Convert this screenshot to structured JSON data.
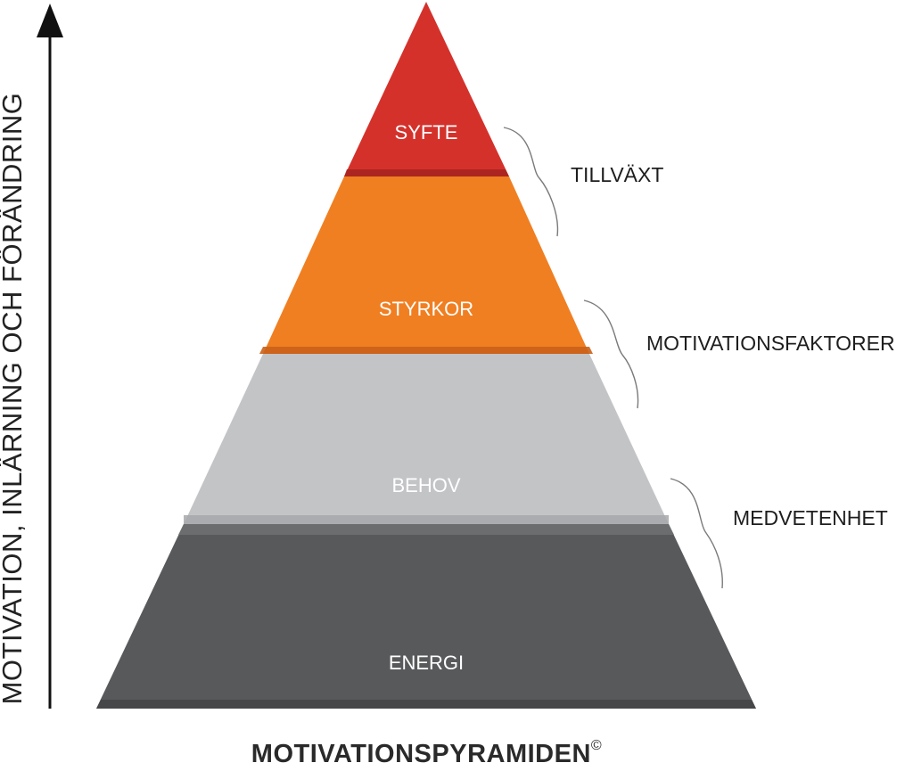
{
  "axis": {
    "label": "MOTIVATION, INLÄRNING OCH FÖRÄNDRING"
  },
  "pyramid": {
    "tiers": [
      {
        "label": "SYFTE",
        "color": "#d4312b"
      },
      {
        "label": "STYRKOR",
        "color": "#f07f22"
      },
      {
        "label": "BEHOV",
        "color": "#c3c4c6"
      },
      {
        "label": "ENERGI",
        "color": "#58595b"
      }
    ]
  },
  "groups": [
    {
      "label": "TILLVÄXT"
    },
    {
      "label": "MOTIVATIONSFAKTORER"
    },
    {
      "label": "MEDVETENHET"
    }
  ],
  "title": {
    "text": "MOTIVATIONSPYRAMIDEN",
    "symbol": "©"
  }
}
